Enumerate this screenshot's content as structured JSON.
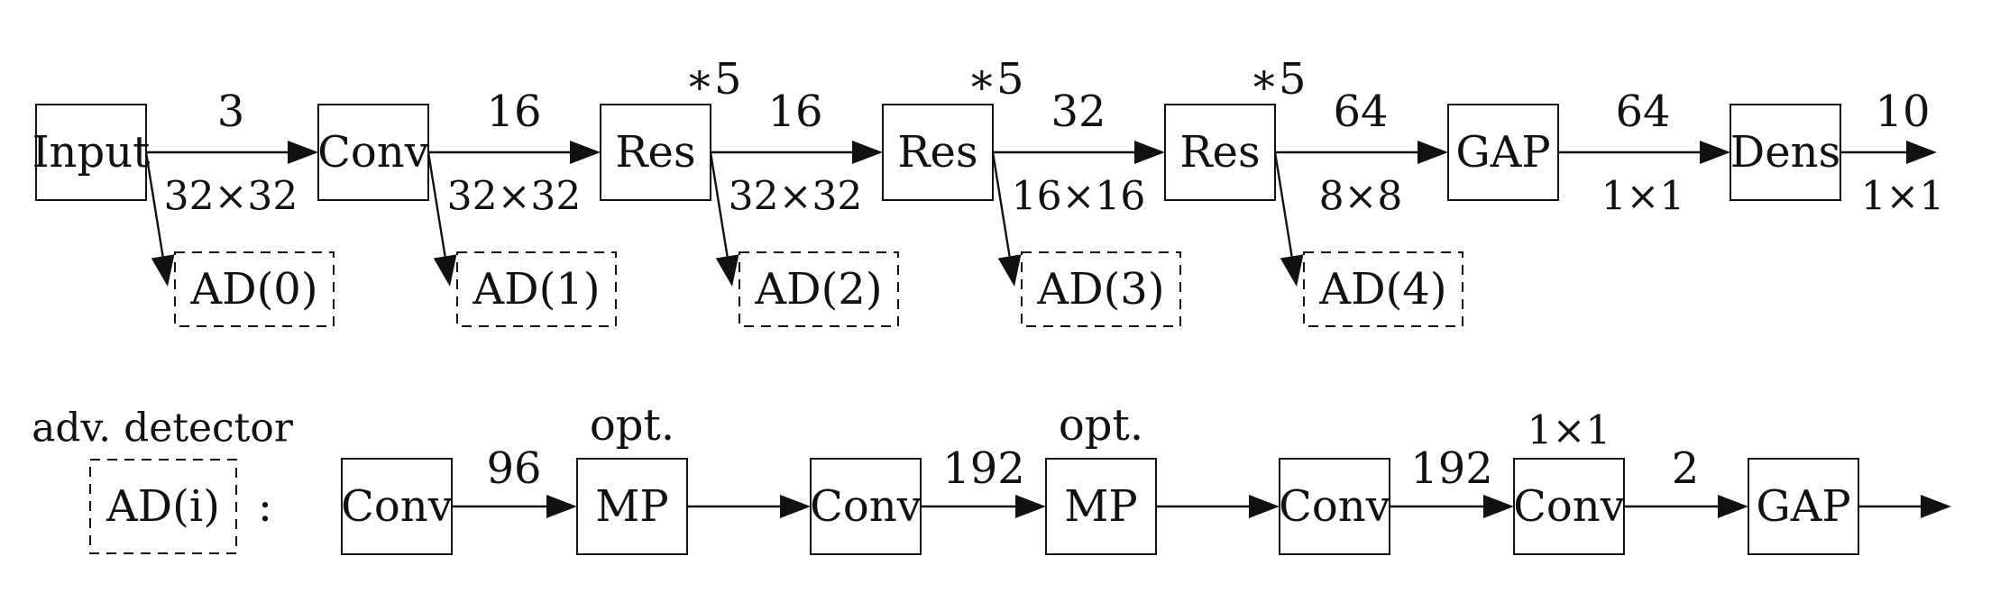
{
  "main_row": {
    "blocks": [
      "Input",
      "Conv",
      "Res",
      "Res",
      "Res",
      "GAP",
      "Dens"
    ],
    "channels": [
      "3",
      "16",
      "16",
      "32",
      "64",
      "64",
      "10"
    ],
    "resolutions": [
      "32×32",
      "32×32",
      "32×32",
      "16×16",
      "8×8",
      "1×1",
      "1×1"
    ],
    "repeat_marks": [
      "∗5",
      "∗5",
      "∗5"
    ],
    "detectors": [
      "AD(0)",
      "AD(1)",
      "AD(2)",
      "AD(3)",
      "AD(4)"
    ]
  },
  "detector_row": {
    "caption": "adv. detector",
    "symbol": "AD(i)",
    "colon": ":",
    "blocks": [
      "Conv",
      "MP",
      "Conv",
      "MP",
      "Conv",
      "Conv",
      "GAP"
    ],
    "channels": [
      "96",
      "192",
      "192",
      "2"
    ],
    "optional_marks": [
      "opt.",
      "opt."
    ],
    "kernel_note": "1×1"
  }
}
